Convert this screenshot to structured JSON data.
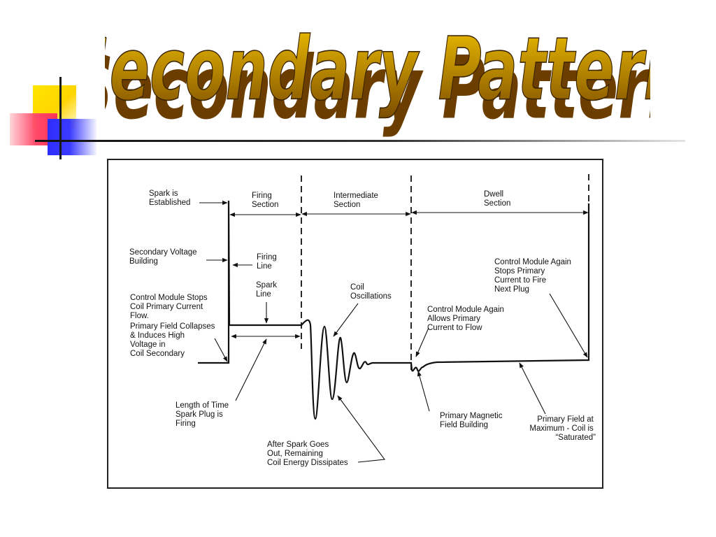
{
  "slide": {
    "title": "Secondary Pattern",
    "colors": {
      "title_fill_top": "#f3c400",
      "title_fill_bottom": "#7a4a00",
      "title_shadow": "#6b3e00",
      "accent_yellow": "#ffd400",
      "accent_red": "#ff3356",
      "accent_blue": "#3333ff"
    }
  },
  "diagram": {
    "sections": {
      "firing": [
        "Firing",
        "Section"
      ],
      "intermediate": [
        "Intermediate",
        "Section"
      ],
      "dwell": [
        "Dwell",
        "Section"
      ]
    },
    "labels": {
      "spark_established": [
        "Spark is",
        "Established"
      ],
      "secondary_voltage": [
        "Secondary Voltage",
        "Building"
      ],
      "firing_line": [
        "Firing",
        "Line"
      ],
      "spark_line": [
        "Spark",
        "Line"
      ],
      "coil_oscillations": [
        "Coil",
        "Oscillations"
      ],
      "control_module_stops": [
        "Control Module Stops",
        "Coil Primary Current",
        "Flow."
      ],
      "primary_field_collapses": [
        "Primary Field Collapses",
        "& Induces High",
        "Voltage in",
        "Coil Secondary"
      ],
      "control_module_allows": [
        "Control Module Again",
        "Allows Primary",
        "Current to Flow"
      ],
      "control_module_again_stops": [
        "Control Module Again",
        "Stops Primary",
        "Current to Fire",
        "Next Plug"
      ],
      "length_of_time": [
        "Length of Time",
        "Spark Plug is",
        "Firing"
      ],
      "primary_magnetic": [
        "Primary Magnetic",
        "Field Building"
      ],
      "primary_field_max": [
        "Primary Field at",
        "Maximum - Coil is",
        "“Saturated”"
      ],
      "after_spark": [
        "After Spark Goes",
        "Out, Remaining",
        "Coil Energy Dissipates"
      ]
    }
  }
}
